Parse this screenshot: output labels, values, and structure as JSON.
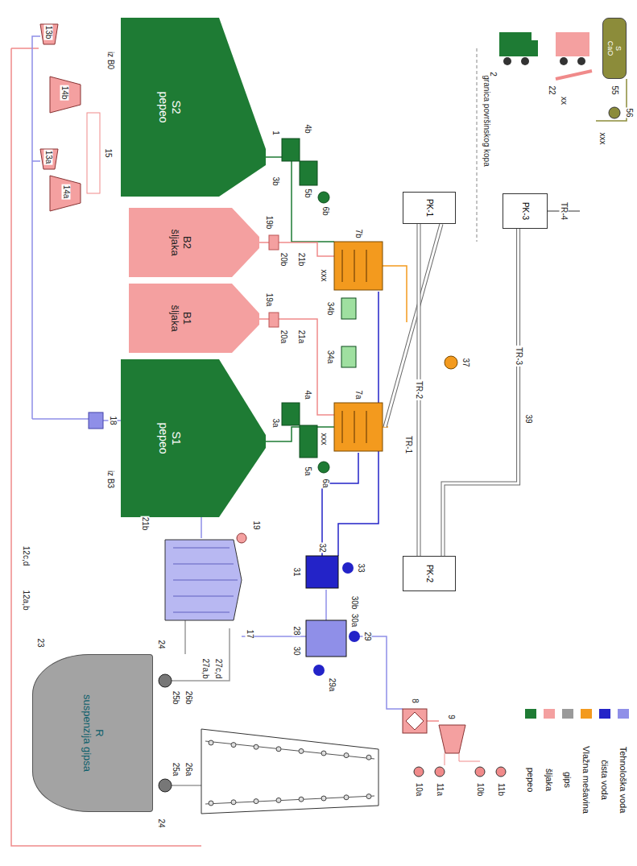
{
  "diagram": {
    "nodes": [
      {
        "text": [
          "S2",
          "pepeo"
        ]
      },
      {
        "text": [
          "B2",
          "šljaka"
        ]
      },
      {
        "text": [
          "B1",
          "šljaka"
        ]
      },
      {
        "text": [
          "S1",
          "pepeo"
        ]
      },
      {
        "text": [
          "R",
          "suspenzija gipsa"
        ]
      },
      {
        "text": [
          "S",
          "CaO"
        ]
      },
      {
        "text": [
          "PK-1"
        ]
      },
      {
        "text": [
          "PK-2"
        ]
      },
      {
        "text": [
          "PK-3"
        ]
      }
    ],
    "edges": [
      {
        "from": 7,
        "to": 6,
        "arrow": "none",
        "label": "TR-2"
      },
      {
        "from": 7,
        "to": 8,
        "arrow": "none",
        "label": "TR-3"
      }
    ],
    "labels": [
      "13b",
      "14b",
      "13a",
      "14a",
      "15",
      "18",
      "12c,d",
      "12a,b",
      "iz B0",
      "iz B3",
      "1",
      "3b",
      "4b",
      "5b",
      "6b",
      "19b",
      "20b",
      "21b",
      "19a",
      "20a",
      "21a",
      "3a",
      "4a",
      "5a",
      "6a",
      "7b",
      "7a",
      "34b",
      "34a",
      "xxx",
      "xxx",
      "21b",
      "17",
      "19",
      "23",
      "24",
      "24",
      "25b",
      "26b",
      "25a",
      "26a",
      "27a,b",
      "27c,d",
      "31",
      "32",
      "33",
      "30b",
      "28",
      "29",
      "29a",
      "30",
      "30a",
      "TR-1",
      "37",
      "39",
      "TR-4",
      "granica površinskog kopa",
      "2",
      "22",
      "55",
      "56",
      "xx",
      "xxx",
      "8",
      "9",
      "10a",
      "11a",
      "10b",
      "11b"
    ],
    "legend": [
      {
        "text": "pepeo",
        "color": "#1e7b34"
      },
      {
        "text": "šljaka",
        "color": "#f4a0a0"
      },
      {
        "text": "gips",
        "color": "#9a9a9a"
      },
      {
        "text": "Vlažna mešavina",
        "color": "#f39a1e"
      },
      {
        "text": "čista voda",
        "color": "#2323c8"
      },
      {
        "text": "Tehnološka voda",
        "color": "#8f8fe8"
      }
    ]
  }
}
